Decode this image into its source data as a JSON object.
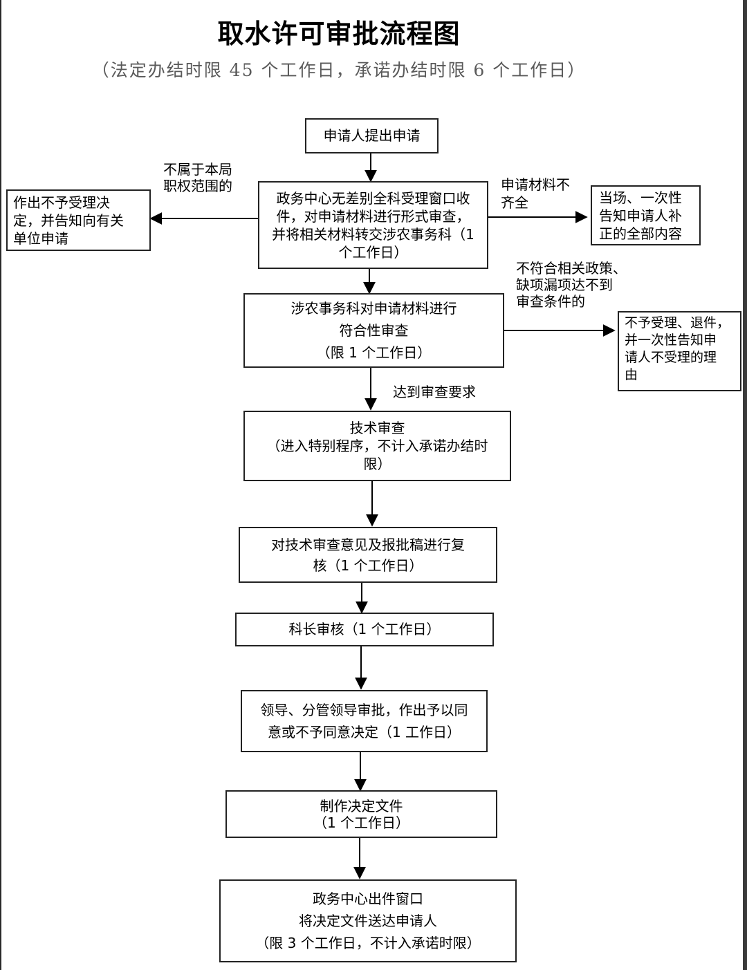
{
  "title": "取水许可审批流程图",
  "subtitle": "（法定办结时限 45 个工作日，承诺办结时限 6 个工作日）",
  "steps": {
    "apply": [
      "申请人提出申请"
    ],
    "receive": [
      "政务中心无差别全科受理窗口收",
      "件，对申请材料进行形式审查，",
      "并将相关材料转交涉农事务科（1",
      "个工作日）"
    ],
    "conformity": [
      "涉农事务科对申请材料进行",
      "符合性审查",
      "（限 1 个工作日）"
    ],
    "technical": [
      "技术审查",
      "（进入特别程序，不计入承诺办结时",
      "限）"
    ],
    "recheck": [
      "对技术审查意见及报批稿进行复",
      "核（1 个工作日）"
    ],
    "chief": [
      "科长审核（1 个工作日）"
    ],
    "leader": [
      "领导、分管领导审批，作出予以同",
      "意或不予同意决定（1 工作日）"
    ],
    "document": [
      "制作决定文件",
      "（1 个工作日）"
    ],
    "deliver": [
      "政务中心出件窗口",
      "将决定文件送达申请人",
      "（限 3 个工作日，不计入承诺时限）"
    ]
  },
  "side_boxes": {
    "reject_scope": [
      "作出不予受理决",
      "定，并告知向有关",
      "单位申请"
    ],
    "supplement": [
      "当场、一次性",
      "告知申请人补",
      "正的全部内容"
    ],
    "refuse": [
      "不予受理、退件，",
      "并一次性告知申",
      "请人不受理的理",
      "由"
    ]
  },
  "labels": {
    "not_in_scope": [
      "不属于本局",
      "职权范围的"
    ],
    "incomplete": [
      "申请材料不",
      "齐全"
    ],
    "not_conform": [
      "不符合相关政策、",
      "缺项漏项达不到",
      "审查条件的"
    ],
    "passed": [
      "达到审查要求"
    ]
  }
}
